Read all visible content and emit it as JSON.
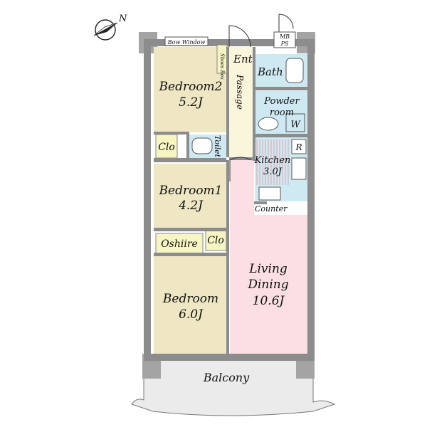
{
  "compass": {
    "letter": "N",
    "icon": "north-arrow-icon"
  },
  "labels": {
    "bow_window": "Bow Window",
    "shoes_box": "Shoes Box",
    "entrance": "Ent",
    "mb_ps_line1": "MB",
    "mb_ps_line2": "PS",
    "bath": "Bath",
    "passage": "Passage",
    "powder_room_line1": "Powder",
    "powder_room_line2": "room",
    "washer": "W",
    "refrigerator": "R",
    "kitchen": "Kitchen",
    "kitchen_size": "3.0J",
    "counter": "Counter",
    "toilet": "Toilet",
    "clo1": "Clo",
    "clo2": "Clo",
    "oshiire": "Oshiire",
    "bedroom2": "Bedroom2",
    "bedroom2_size": "5.2J",
    "bedroom1": "Bedroom1",
    "bedroom1_size": "4.2J",
    "bedroom": "Bedroom",
    "bedroom_size": "6.0J",
    "living_line1": "Living",
    "living_line2": "Dining",
    "living_size": "10.6J",
    "balcony": "Balcony"
  },
  "colors": {
    "bedroom_fill": "#efe7c4",
    "living_fill": "#fbdfe3",
    "wet_fill": "#cfe9f2",
    "storage_fill": "#f7f5c2",
    "wall": "#8c8c8c",
    "column": "#a4a4a4",
    "balcony_fill": "#e8e8e8"
  }
}
